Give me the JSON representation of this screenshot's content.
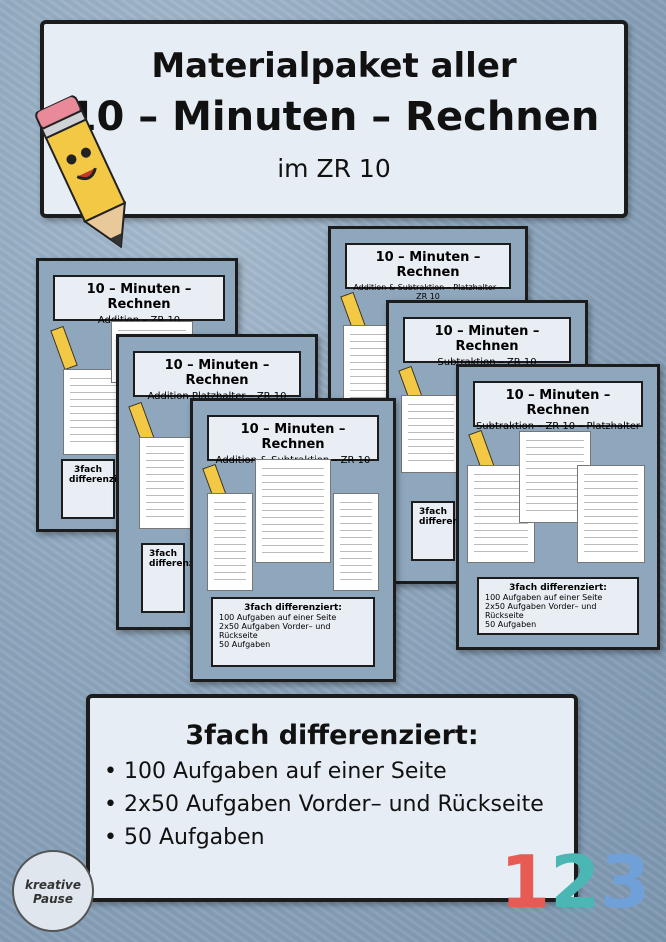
{
  "title": {
    "line1": "Materialpaket aller",
    "line2": "10 – Minuten – Rechnen",
    "line3": "im ZR 10"
  },
  "cards": [
    {
      "head": "10 – Minuten – Rechnen",
      "sub": "Addition – ZR 10"
    },
    {
      "head": "10 – Minuten – Rechnen",
      "sub": "Addition Platzhalter – ZR 10"
    },
    {
      "head": "10 – Minuten – Rechnen",
      "sub": "Addition & Subtraktion – ZR 10"
    },
    {
      "head": "10 – Minuten – Rechnen",
      "sub": "Addition & Subtraktion – Platzhalter – ZR 10"
    },
    {
      "head": "10 – Minuten – Rechnen",
      "sub": "Subtraktion – ZR 10"
    },
    {
      "head": "10 – Minuten – Rechnen",
      "sub": "Subtraktion – ZR 10 – Platzhalter"
    }
  ],
  "card_footer": {
    "title": "3fach differenziert:",
    "items": [
      "100 Aufgaben auf einer Seite",
      "2x50 Aufgaben Vorder– und Rückseite",
      "50 Aufgaben"
    ]
  },
  "summary": {
    "heading": "3fach differenziert:",
    "items": [
      "• 100  Aufgaben auf einer Seite",
      "• 2x50  Aufgaben Vorder– und Rückseite",
      "• 50  Aufgaben"
    ]
  },
  "numbers": [
    "1",
    "2",
    "3"
  ],
  "logo": {
    "text": "kreative Pause"
  }
}
